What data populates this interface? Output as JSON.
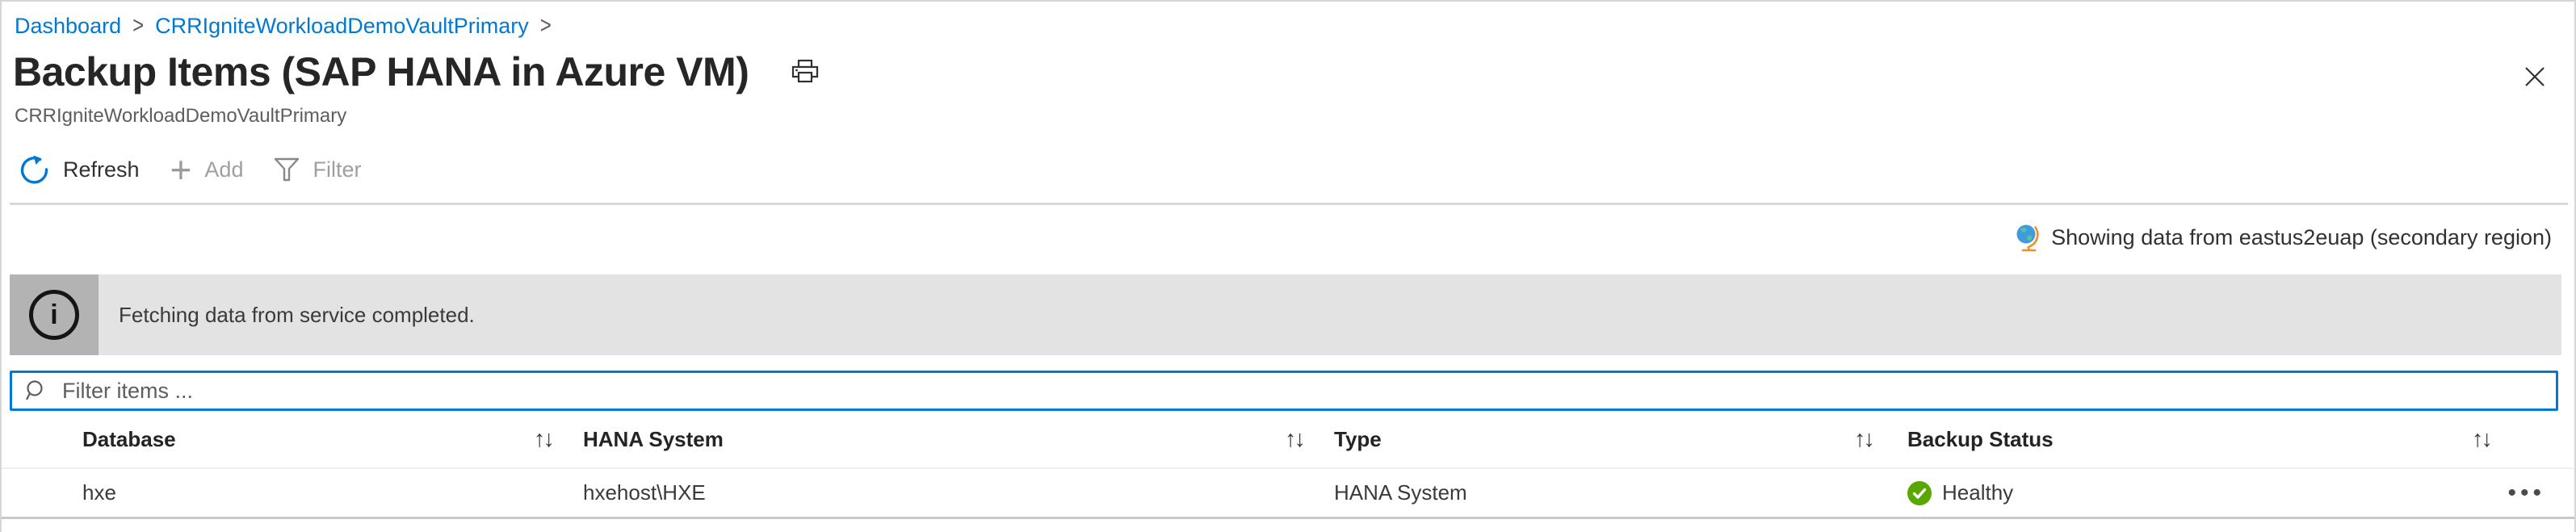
{
  "breadcrumb": {
    "separator": ">",
    "items": [
      "Dashboard",
      "CRRIgniteWorkloadDemoVaultPrimary"
    ]
  },
  "header": {
    "title": "Backup Items (SAP HANA in Azure VM)",
    "subtitle": "CRRIgniteWorkloadDemoVaultPrimary"
  },
  "toolbar": {
    "refresh_label": "Refresh",
    "add_label": "Add",
    "filter_label": "Filter"
  },
  "region_status": {
    "text": "Showing data from eastus2euap (secondary region)"
  },
  "info_banner": {
    "text": "Fetching data from service completed."
  },
  "filter": {
    "placeholder": "Filter items ..."
  },
  "table": {
    "columns": [
      "Database",
      "HANA System",
      "Type",
      "Backup Status"
    ],
    "rows": [
      {
        "database": "hxe",
        "hana_system": "hxehost\\HXE",
        "type": "HANA System",
        "backup_status": "Healthy"
      }
    ]
  },
  "icons": {
    "sort": "↑↓",
    "plus": "+",
    "ellipsis": "•••",
    "info": "i"
  },
  "colors": {
    "accent_blue": "#0078d4",
    "healthy_green": "#5aa700",
    "banner_gray": "#e3e3e3",
    "banner_icon_gray": "#b3b3b3"
  }
}
